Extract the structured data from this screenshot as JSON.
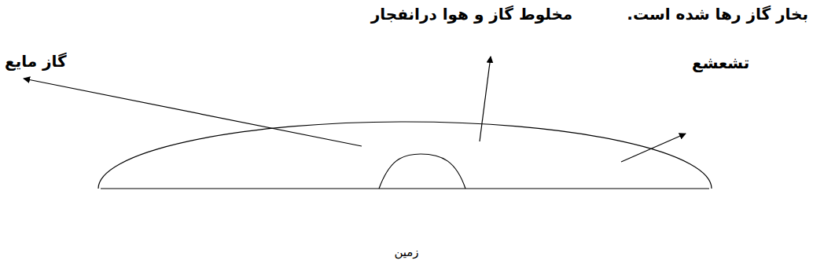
{
  "diagram": {
    "labels": [
      "بخار گاز رها شده است.",
      "مخلوط گاز و هوا درانفجار",
      "گاز مایع",
      "تشعشع",
      "زمین"
    ]
  }
}
